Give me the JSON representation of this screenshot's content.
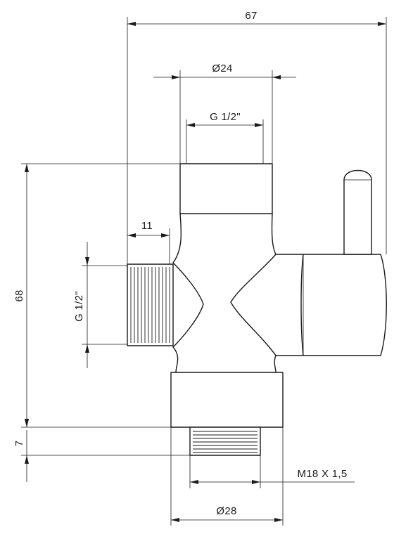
{
  "drawing": {
    "dimensions": {
      "overall_width": "67",
      "top_diameter": "Ø24",
      "top_thread": "G 1/2\"",
      "side_thread_length": "11",
      "side_thread": "G 1/2\"",
      "overall_height": "68",
      "bottom_thread_length": "7",
      "bottom_thread": "M18 X 1,5",
      "bottom_diameter": "Ø28"
    }
  }
}
